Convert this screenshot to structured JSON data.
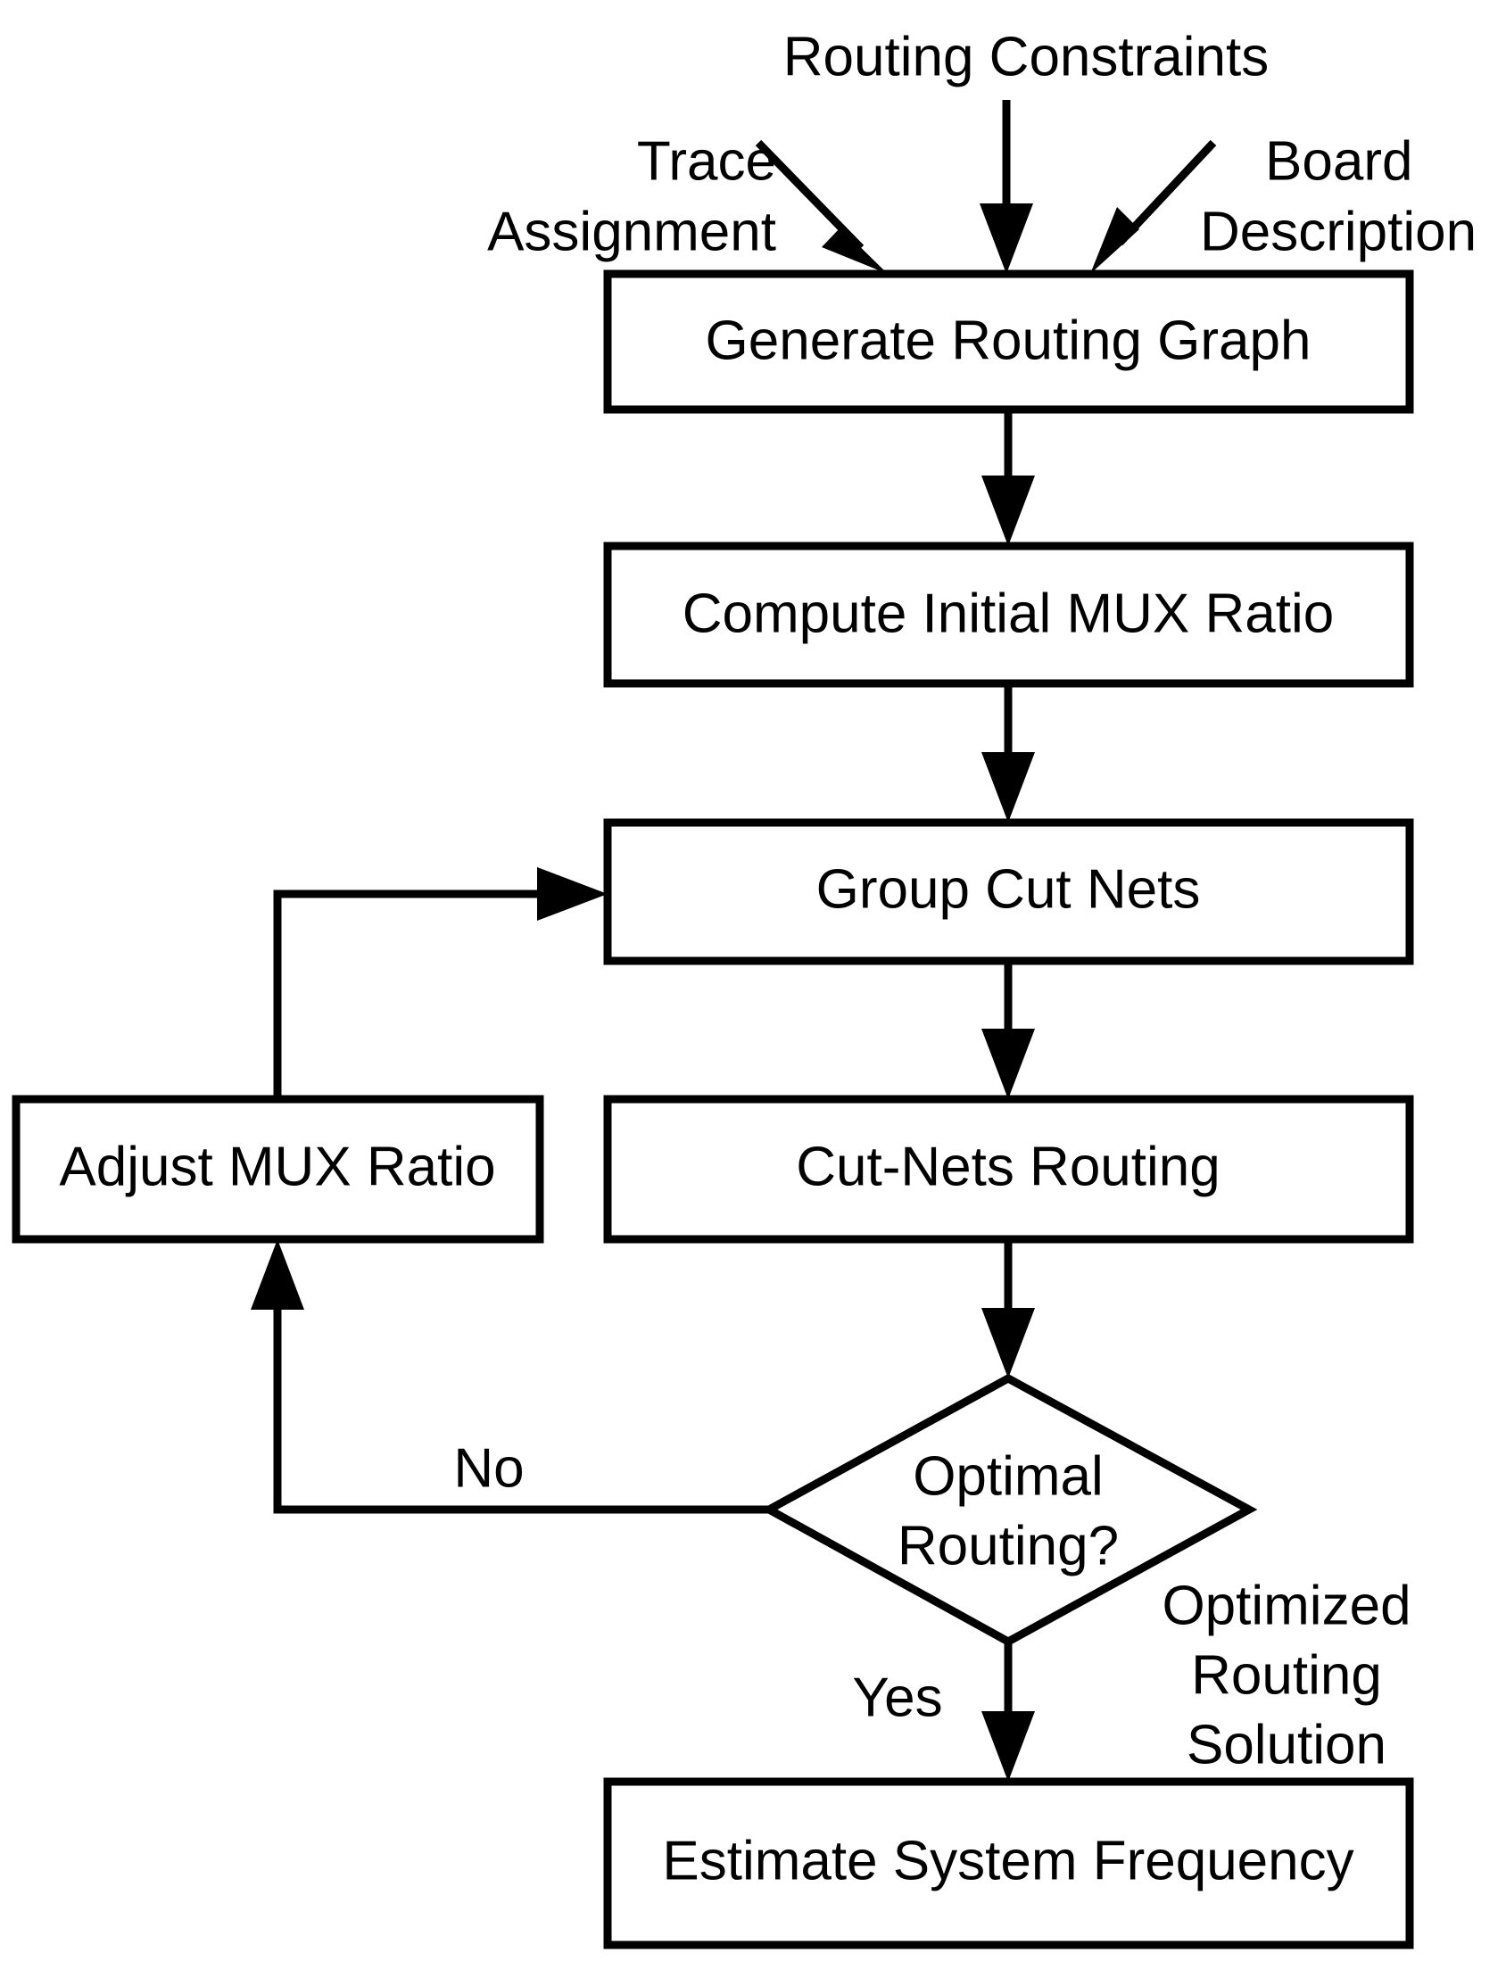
{
  "diagram": {
    "title": "Routing optimization flowchart",
    "background_color": "#ffffff",
    "line_color": "#000000",
    "text_color": "#000000",
    "nodes": [
      {
        "id": "generate_routing_graph",
        "shape": "process",
        "label": "Generate Routing Graph"
      },
      {
        "id": "compute_initial_mux_ratio",
        "shape": "process",
        "label": "Compute Initial MUX Ratio"
      },
      {
        "id": "group_cut_nets",
        "shape": "process",
        "label": "Group Cut Nets"
      },
      {
        "id": "adjust_mux_ratio",
        "shape": "process",
        "label": "Adjust MUX Ratio"
      },
      {
        "id": "cut_nets_routing",
        "shape": "process",
        "label": "Cut-Nets Routing"
      },
      {
        "id": "optimal_routing",
        "shape": "decision",
        "label_line1": "Optimal",
        "label_line2": "Routing?"
      },
      {
        "id": "estimate_system_frequency",
        "shape": "process",
        "label": "Estimate System Frequency"
      }
    ],
    "inputs": [
      {
        "id": "trace_assignment",
        "line1": "Trace",
        "line2": "Assignment"
      },
      {
        "id": "routing_constraints",
        "line1": "Routing Constraints"
      },
      {
        "id": "board_description",
        "line1": "Board",
        "line2": "Description"
      }
    ],
    "outputs": [
      {
        "id": "optimized_routing_solution",
        "line1": "Optimized",
        "line2": "Routing",
        "line3": "Solution"
      }
    ],
    "branch_labels": [
      {
        "id": "branch-no",
        "label": "No"
      },
      {
        "id": "branch-yes",
        "label": "Yes"
      }
    ]
  }
}
